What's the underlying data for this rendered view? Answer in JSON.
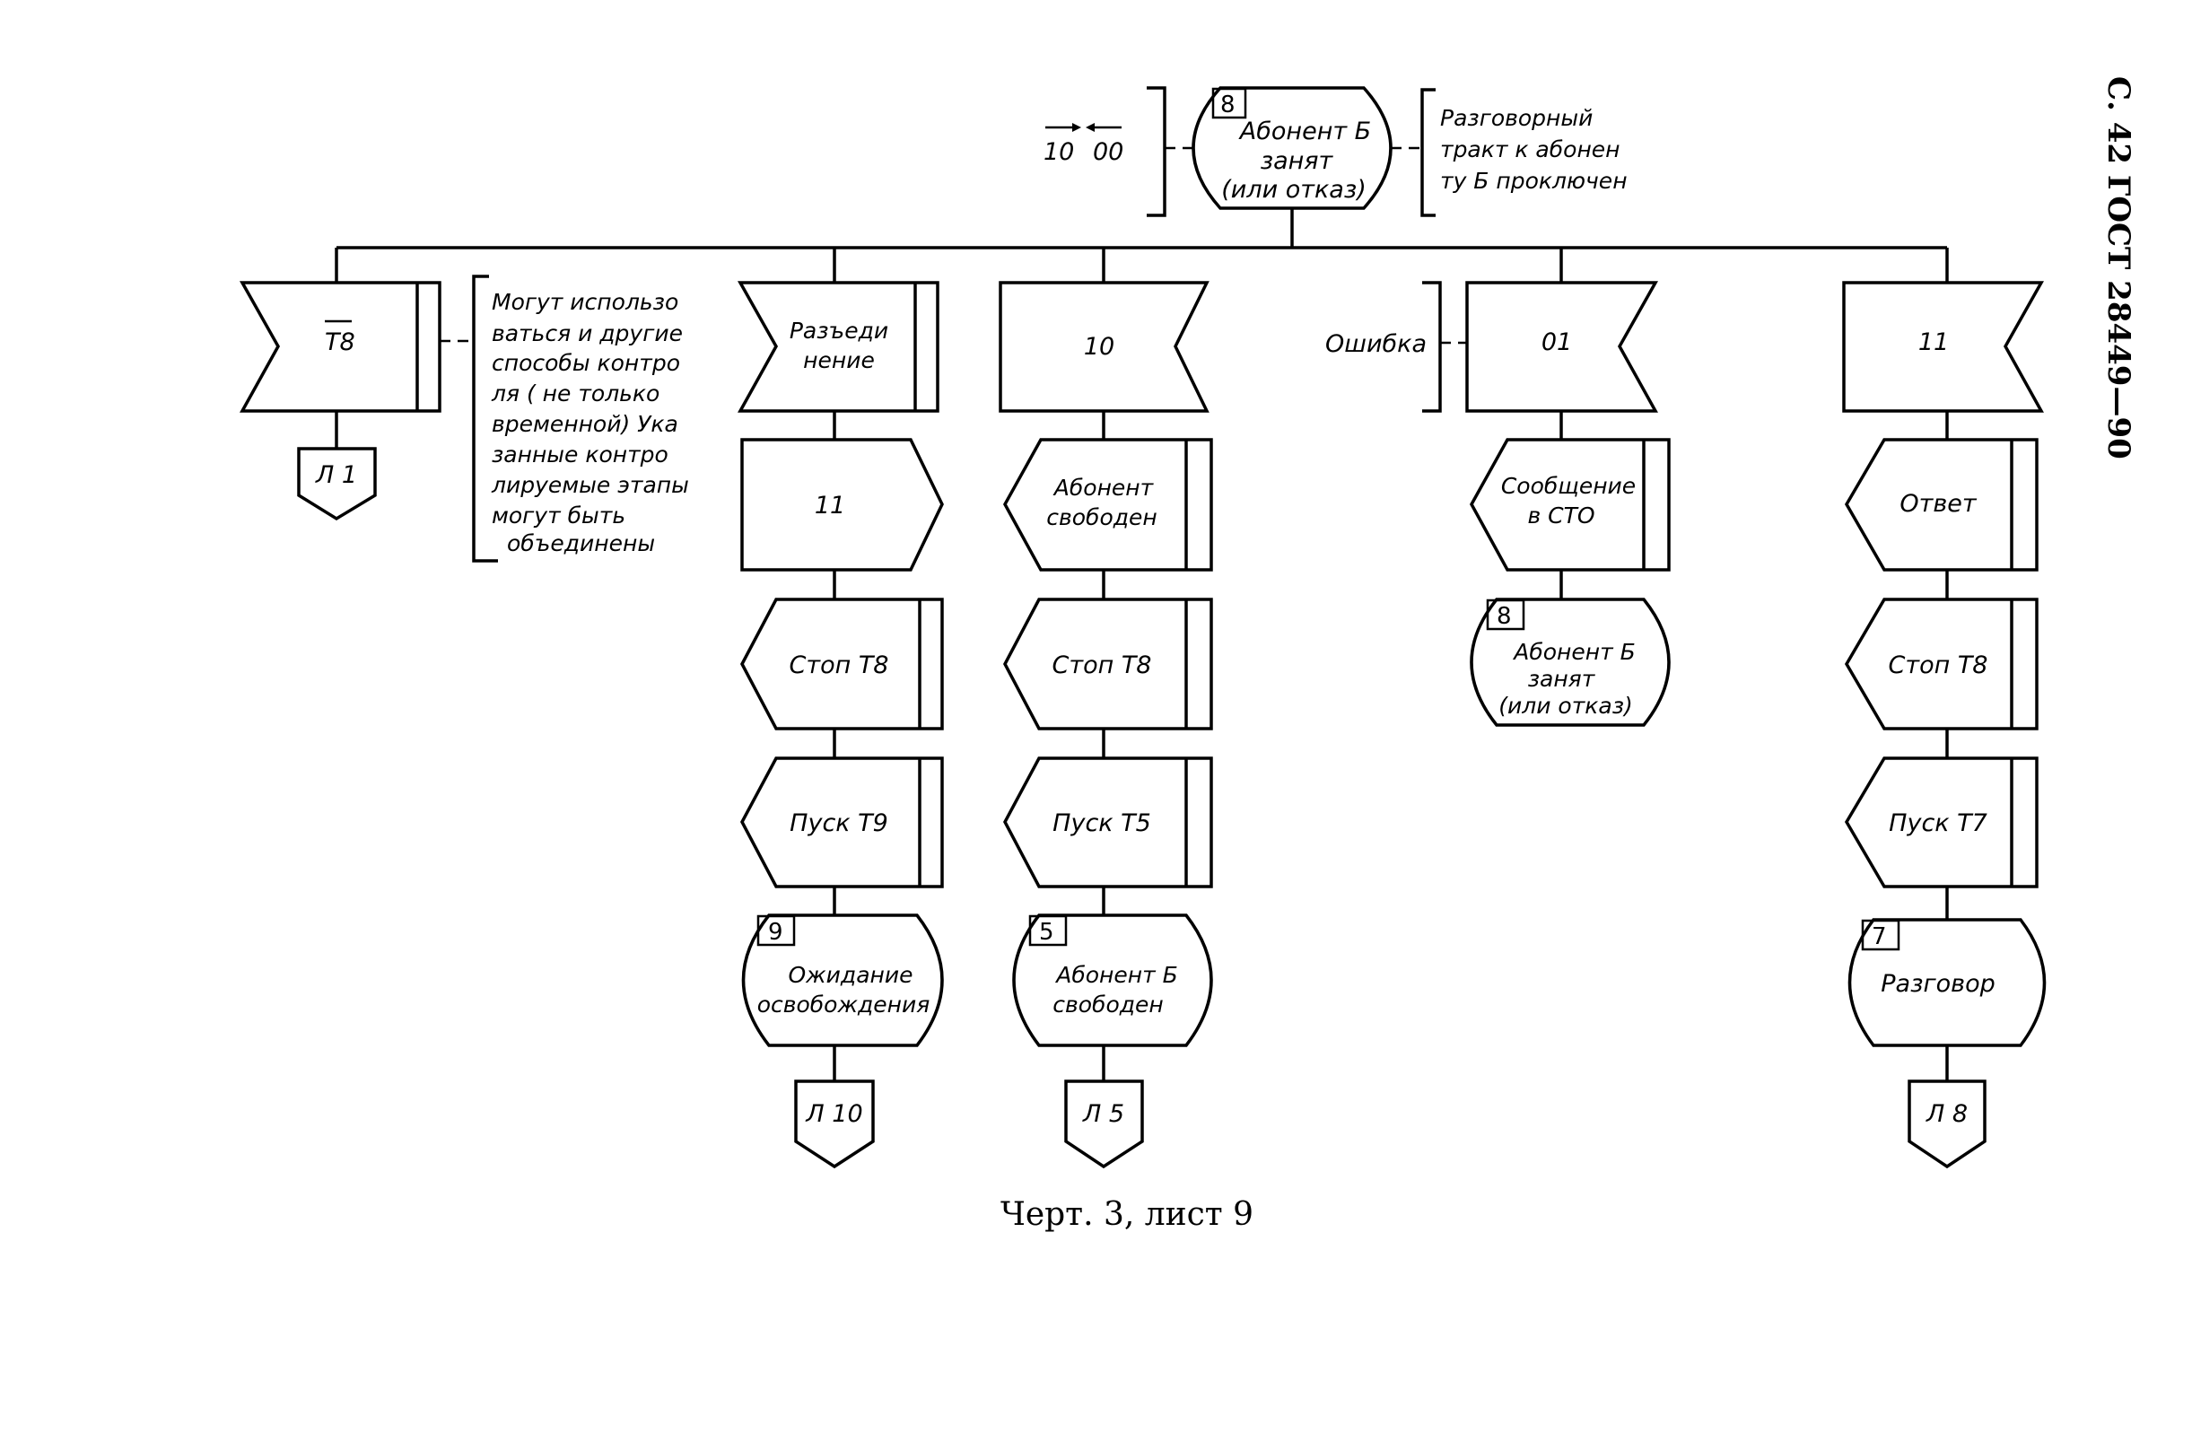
{
  "page": {
    "header": "С. 42 ГОСТ 28449—90",
    "caption": "Черт. 3, лист 9"
  },
  "top": {
    "state_number": "8",
    "state_text": [
      "Абонент Б",
      "занят",
      "(или отказ)"
    ],
    "left_signals": [
      "10",
      "00"
    ],
    "right_note": [
      "Разговорный",
      "тракт к абонен",
      "ту Б проключен"
    ]
  },
  "col1": {
    "input": "T8",
    "connector": "Л 1",
    "note": [
      "Могут использо",
      "ваться и другие",
      "способы контро",
      "ля ( не только",
      "временной) Ука",
      "занные контро",
      "лируемые этапы",
      "могут быть",
      "объединены"
    ]
  },
  "col2": {
    "input": [
      "Разъеди",
      "нение"
    ],
    "output": "11",
    "task1": "Стоп T8",
    "task2": "Пуск T9",
    "state_number": "9",
    "state_text": [
      "Ожидание",
      "освобождения"
    ],
    "connector": "Л 10"
  },
  "col3": {
    "input": "10",
    "output": [
      "Абонент",
      "свободен"
    ],
    "task1": "Стоп T8",
    "task2": "Пуск T5",
    "state_number": "5",
    "state_text": [
      "Абонент Б",
      "свободен"
    ],
    "connector": "Л 5"
  },
  "col4": {
    "input": "01",
    "note": "Ошибка",
    "output": [
      "Сообщение",
      "в СТО"
    ],
    "state_number": "8",
    "state_text": [
      "Абонент Б",
      "занят",
      "(или отказ)"
    ]
  },
  "col5": {
    "input": "11",
    "output": "Ответ",
    "task1": "Стоп T8",
    "task2": "Пуск T7",
    "state_number": "7",
    "state_text": "Разговор",
    "connector": "Л 8"
  }
}
